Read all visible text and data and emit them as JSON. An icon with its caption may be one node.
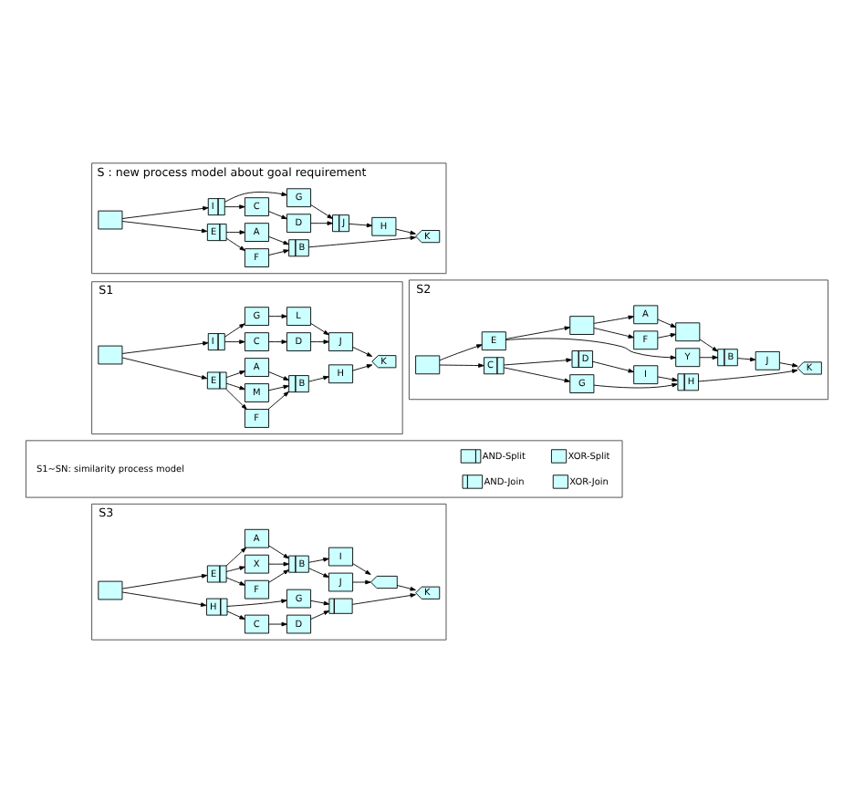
{
  "diagram": {
    "nodes": [
      {
        "text": [
          "S : new process model about goal requirement"
        ]
      },
      {
        "text": [],
        "shape": "box",
        "in": 0
      },
      {
        "text": [
          "I"
        ],
        "in": 0
      },
      {
        "text": [
          "E"
        ],
        "in": 0
      },
      {
        "text": [
          "G"
        ],
        "in": 0
      },
      {
        "text": [
          "C"
        ],
        "in": 0
      },
      {
        "text": [
          "D"
        ],
        "in": 0
      },
      {
        "text": [
          "A"
        ],
        "in": 0
      },
      {
        "text": [
          "F"
        ],
        "in": 0
      },
      {
        "text": [
          "J"
        ],
        "in": 0
      },
      {
        "text": [
          "H"
        ],
        "in": 0
      },
      {
        "text": [
          "B"
        ],
        "in": 0
      },
      {
        "text": [
          "K"
        ],
        "in": 0
      },
      {
        "text": [
          "S1"
        ]
      },
      {
        "text": [],
        "shape": "box",
        "in": 13
      },
      {
        "text": [
          "I"
        ],
        "in": 13
      },
      {
        "text": [
          "E"
        ],
        "in": 13
      },
      {
        "text": [
          "G"
        ],
        "in": 13
      },
      {
        "text": [
          "L"
        ],
        "in": 13
      },
      {
        "text": [
          "C"
        ],
        "in": 13
      },
      {
        "text": [
          "D"
        ],
        "in": 13
      },
      {
        "text": [
          "J"
        ],
        "in": 13
      },
      {
        "text": [
          "A"
        ],
        "in": 13
      },
      {
        "text": [
          "M"
        ],
        "in": 13
      },
      {
        "text": [
          "F"
        ],
        "in": 13
      },
      {
        "text": [
          "B"
        ],
        "in": 13
      },
      {
        "text": [
          "H"
        ],
        "in": 13
      },
      {
        "text": [
          "K"
        ],
        "in": 13
      },
      {
        "text": [
          "S2"
        ]
      },
      {
        "text": [],
        "shape": "box",
        "in": 28
      },
      {
        "text": [
          "E"
        ],
        "in": 28
      },
      {
        "text": [
          "C"
        ],
        "in": 28
      },
      {
        "text": [],
        "shape": "box",
        "in": 28
      },
      {
        "text": [
          "A"
        ],
        "in": 28
      },
      {
        "text": [
          "F"
        ],
        "in": 28
      },
      {
        "text": [],
        "shape": "box",
        "in": 28
      },
      {
        "text": [
          "Y"
        ],
        "in": 28
      },
      {
        "text": [
          "B"
        ],
        "in": 28
      },
      {
        "text": [
          "J"
        ],
        "in": 28
      },
      {
        "text": [
          "D"
        ],
        "in": 28
      },
      {
        "text": [
          "I"
        ],
        "in": 28
      },
      {
        "text": [
          "G"
        ],
        "in": 28
      },
      {
        "text": [
          "H"
        ],
        "in": 28
      },
      {
        "text": [
          "K"
        ],
        "in": 28
      },
      {
        "text": [
          "S3"
        ]
      },
      {
        "text": [],
        "shape": "box",
        "in": 44
      },
      {
        "text": [
          "E"
        ],
        "in": 44
      },
      {
        "text": [
          "A"
        ],
        "in": 44
      },
      {
        "text": [
          "X"
        ],
        "in": 44
      },
      {
        "text": [
          "F"
        ],
        "in": 44
      },
      {
        "text": [
          "B"
        ],
        "in": 44
      },
      {
        "text": [
          "I"
        ],
        "in": 44
      },
      {
        "text": [
          "J"
        ],
        "in": 44
      },
      {
        "text": [],
        "shape": "box",
        "in": 44
      },
      {
        "text": [
          "H"
        ],
        "in": 44
      },
      {
        "text": [
          "G"
        ],
        "in": 44
      },
      {
        "text": [
          "C"
        ],
        "in": 44
      },
      {
        "text": [
          "D"
        ],
        "in": 44
      },
      {
        "text": [],
        "shape": "box",
        "in": 44
      },
      {
        "text": [
          "K"
        ],
        "in": 44
      },
      {
        "text": [],
        "shape": "box"
      }
    ],
    "edges": [
      {
        "from": 1,
        "to": 2,
        "arrow": "to"
      },
      {
        "from": 1,
        "to": 3,
        "arrow": "to"
      },
      {
        "from": 2,
        "to": 4,
        "arrow": "to"
      },
      {
        "from": 2,
        "to": 5,
        "arrow": "to"
      },
      {
        "from": 5,
        "to": 6,
        "arrow": "to"
      },
      {
        "from": 4,
        "to": 9,
        "arrow": "to"
      },
      {
        "from": 6,
        "to": 9,
        "arrow": "to"
      },
      {
        "from": 9,
        "to": 10,
        "arrow": "to"
      },
      {
        "from": 3,
        "to": 7,
        "arrow": "to"
      },
      {
        "from": 3,
        "to": 8,
        "arrow": "to"
      },
      {
        "from": 7,
        "to": 11,
        "arrow": "to"
      },
      {
        "from": 8,
        "to": 11,
        "arrow": "to"
      },
      {
        "from": 10,
        "to": 12,
        "arrow": "to"
      },
      {
        "from": 11,
        "to": 12,
        "arrow": "to"
      },
      {
        "from": 14,
        "to": 15,
        "arrow": "to"
      },
      {
        "from": 14,
        "to": 16,
        "arrow": "to"
      },
      {
        "from": 15,
        "to": 17,
        "arrow": "to"
      },
      {
        "from": 17,
        "to": 18,
        "arrow": "to"
      },
      {
        "from": 18,
        "to": 21,
        "arrow": "to"
      },
      {
        "from": 15,
        "to": 19,
        "arrow": "to"
      },
      {
        "from": 19,
        "to": 20,
        "arrow": "to"
      },
      {
        "from": 20,
        "to": 21,
        "arrow": "to"
      },
      {
        "from": 21,
        "to": 27,
        "arrow": "to"
      },
      {
        "from": 16,
        "to": 22,
        "arrow": "to"
      },
      {
        "from": 16,
        "to": 23,
        "arrow": "to"
      },
      {
        "from": 16,
        "to": 24,
        "arrow": "to"
      },
      {
        "from": 22,
        "to": 25,
        "arrow": "to"
      },
      {
        "from": 23,
        "to": 25,
        "arrow": "to"
      },
      {
        "from": 24,
        "to": 25,
        "arrow": "to"
      },
      {
        "from": 25,
        "to": 26,
        "arrow": "to"
      },
      {
        "from": 26,
        "to": 27,
        "arrow": "to"
      },
      {
        "from": 29,
        "to": 30,
        "arrow": "to"
      },
      {
        "from": 29,
        "to": 31,
        "arrow": "to"
      },
      {
        "from": 30,
        "to": 32,
        "arrow": "to"
      },
      {
        "from": 32,
        "to": 33,
        "arrow": "to"
      },
      {
        "from": 32,
        "to": 34,
        "arrow": "to"
      },
      {
        "from": 33,
        "to": 35,
        "arrow": "to"
      },
      {
        "from": 34,
        "to": 35,
        "arrow": "to"
      },
      {
        "from": 30,
        "to": 36,
        "arrow": "to"
      },
      {
        "from": 35,
        "to": 37,
        "arrow": "to"
      },
      {
        "from": 36,
        "to": 37,
        "arrow": "to"
      },
      {
        "from": 37,
        "to": 38,
        "arrow": "to"
      },
      {
        "from": 38,
        "to": 43,
        "arrow": "to"
      },
      {
        "from": 31,
        "to": 39,
        "arrow": "to"
      },
      {
        "from": 39,
        "to": 40,
        "arrow": "to"
      },
      {
        "from": 40,
        "to": 42,
        "arrow": "to"
      },
      {
        "from": 31,
        "to": 41,
        "arrow": "to"
      },
      {
        "from": 41,
        "to": 42,
        "arrow": "to"
      },
      {
        "from": 42,
        "to": 43,
        "arrow": "to"
      },
      {
        "from": 45,
        "to": 46,
        "arrow": "to"
      },
      {
        "from": 45,
        "to": 54,
        "arrow": "to"
      },
      {
        "from": 46,
        "to": 47,
        "arrow": "to"
      },
      {
        "from": 46,
        "to": 48,
        "arrow": "to"
      },
      {
        "from": 46,
        "to": 49,
        "arrow": "to"
      },
      {
        "from": 47,
        "to": 50,
        "arrow": "to"
      },
      {
        "from": 48,
        "to": 50,
        "arrow": "to"
      },
      {
        "from": 49,
        "to": 50,
        "arrow": "to"
      },
      {
        "from": 50,
        "to": 51,
        "arrow": "to"
      },
      {
        "from": 50,
        "to": 52,
        "arrow": "to"
      },
      {
        "from": 51,
        "to": 53,
        "arrow": "to"
      },
      {
        "from": 52,
        "to": 53,
        "arrow": "to"
      },
      {
        "from": 53,
        "to": 59,
        "arrow": "to"
      },
      {
        "from": 54,
        "to": 55,
        "arrow": "to"
      },
      {
        "from": 54,
        "to": 56,
        "arrow": "to"
      },
      {
        "from": 56,
        "to": 57,
        "arrow": "to"
      },
      {
        "from": 55,
        "to": 58,
        "arrow": "to"
      },
      {
        "from": 57,
        "to": 58,
        "arrow": "to"
      },
      {
        "from": 58,
        "to": 59,
        "arrow": "to"
      }
    ],
    "labels": [
      "S1~SN: similarity process model"
    ],
    "legend": [
      {
        "text": "AND-Split"
      },
      {
        "text": "AND-Join"
      },
      {
        "text": "XOR-Split"
      },
      {
        "text": "XOR-Join"
      }
    ]
  }
}
